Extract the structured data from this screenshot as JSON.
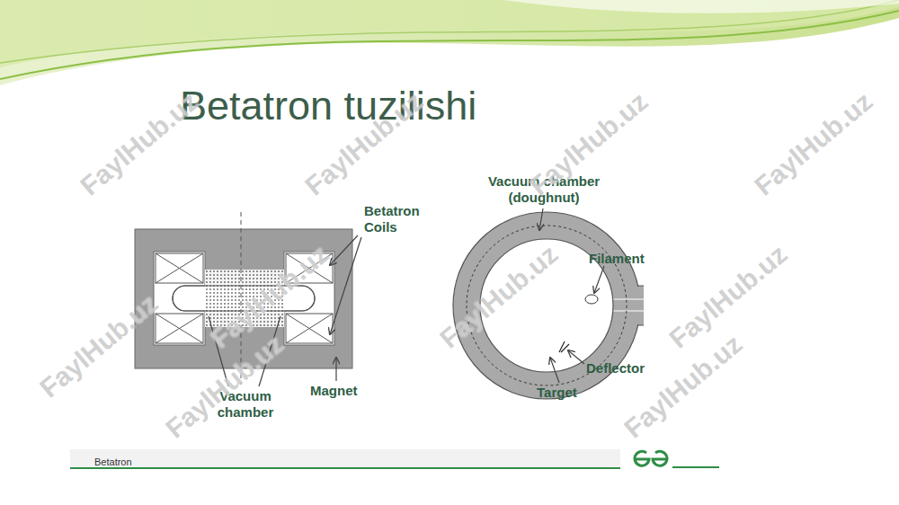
{
  "diagram": {
    "title": "Betatron tuzilishi",
    "nodes": [
      {
        "text": [
          "Betatron"
        ]
      }
    ],
    "labels": [
      "Betatron Coils",
      "Vacuum chamber",
      "Magnet",
      "Vacuum chamber (doughnut)",
      "Filament",
      "Deflector",
      "Target",
      "FaylHub.uz",
      "FaylHub.uz",
      "FaylHub.uz",
      "FaylHub.uz",
      "FaylHub.uz",
      "FaylHub.uz",
      "FaylHub.uz",
      "FaylHub.uz",
      "FaylHub.uz",
      "FaylHub.uz"
    ]
  }
}
